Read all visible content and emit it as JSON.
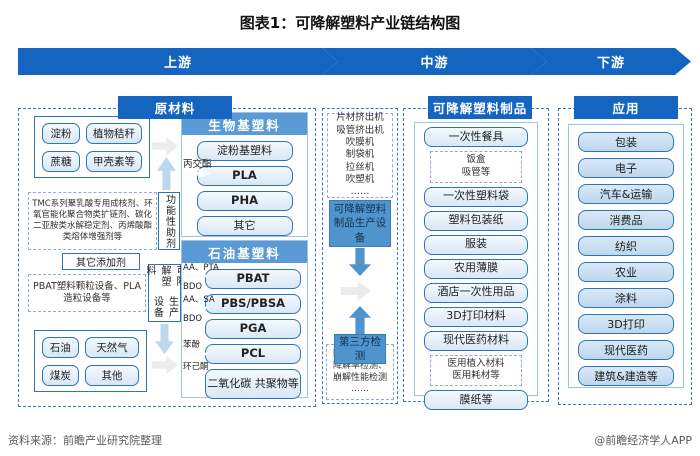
{
  "title": "图表1：可降解塑料产业链结构图",
  "chevrons": {
    "upstream": "上游",
    "midstream": "中游",
    "downstream": "下游"
  },
  "upstream": {
    "header": "原材料",
    "bio_sources": [
      "淀粉",
      "植物秸秆",
      "蔗糖",
      "甲壳素等"
    ],
    "functional_additives_text": "TMC系列聚乳酸专用成核剂、环氧官能化聚合物类扩链剂、碳化二亚胺类水解稳定剂、丙烯酸酯类熔体增强剂等",
    "functional_additives_label": "功能性助剂",
    "other_additives": "其它添加剂",
    "equipment_text": "PBAT塑料颗粒设备、PLA造粒设备等",
    "equipment_label_col_right": "可降解塑料",
    "equipment_label_col_left": "生产设备",
    "fossil_sources": [
      "石油",
      "天然气",
      "煤炭",
      "其他"
    ],
    "bio_plastics": {
      "header": "生物基塑料",
      "arrow_label": "丙交酯",
      "items": [
        "淀粉基塑料",
        "PLA",
        "PHA",
        "其它"
      ]
    },
    "petro_plastics": {
      "header": "石油基塑料",
      "items": [
        "PBAT",
        "PBS/PBSA",
        "PGA",
        "PCL",
        "二氧化碳 共聚物等"
      ],
      "arrow1_top": "AA、PTA",
      "arrow1_bottom": "BDO",
      "arrow2_top": "AA、SA",
      "arrow2_bottom": "BDO",
      "arrow3_top": "苯酚",
      "arrow3_bottom": "环己酮"
    }
  },
  "equipment_column": {
    "machines": [
      "片材挤出机",
      "吸管挤出机",
      "吹膜机",
      "制袋机",
      "拉丝机",
      "吹塑机",
      "……"
    ],
    "label": "可降解塑料制品生产设备",
    "third_party": "第三方检测",
    "tests": [
      "降解性检测、",
      "降解率检测、",
      "崩解性能检测",
      "……"
    ]
  },
  "midstream": {
    "header": "可降解塑料制品",
    "items": [
      "一次性餐具",
      "一次性塑料袋",
      "塑料包装纸",
      "服装",
      "农用薄膜",
      "酒店一次性用品",
      "3D打印材料",
      "现代医药材料",
      "膜纸等"
    ],
    "tableware_sub": [
      "饭盒",
      "吸管等"
    ],
    "medical_sub": [
      "医用植入材料",
      "医用耗材等"
    ]
  },
  "downstream": {
    "header": "应用",
    "items": [
      "包装",
      "电子",
      "汽车&运输",
      "消费品",
      "纺织",
      "农业",
      "涂料",
      "3D打印",
      "现代医药",
      "建筑&建造等"
    ]
  },
  "footer": {
    "source": "资料来源：前瞻产业研究院整理",
    "credit": "@前瞻经济学人APP"
  },
  "colors": {
    "primary_blue": "#1565c0",
    "section_bar_blue": "#5b9bd5",
    "item_fill_light": "#d9e8f6",
    "item_fill_mid": "#bdd7ee",
    "dashed_border_blue": "#4472c4"
  }
}
